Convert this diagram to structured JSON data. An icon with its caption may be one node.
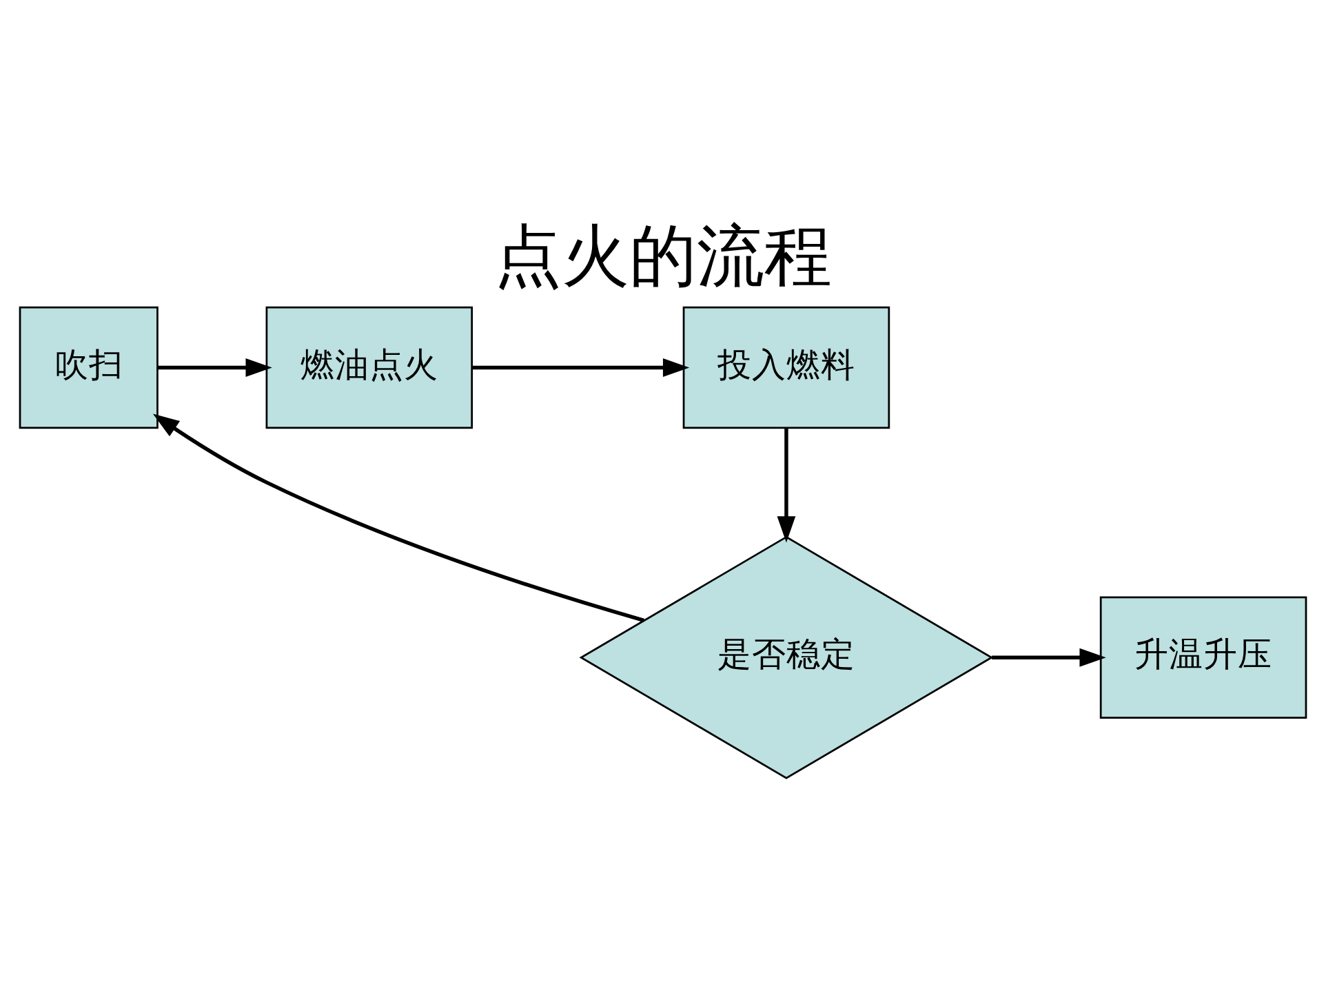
{
  "diagram": {
    "title": "点火的流程",
    "nodes": [
      {
        "text": [
          "吹扫"
        ]
      },
      {
        "text": [
          "燃油点火"
        ]
      },
      {
        "text": [
          "投入燃料"
        ]
      },
      {
        "text": [
          "是否稳定"
        ]
      },
      {
        "text": [
          "升温升压"
        ]
      }
    ],
    "edges": [
      {
        "from": 0,
        "to": 1,
        "arrow": "to"
      },
      {
        "from": 1,
        "to": 2,
        "arrow": "to"
      },
      {
        "from": 2,
        "to": 3,
        "arrow": "to"
      },
      {
        "from": 3,
        "to": 4,
        "arrow": "to"
      },
      {
        "from": 3,
        "to": 0,
        "arrow": "to"
      }
    ]
  }
}
